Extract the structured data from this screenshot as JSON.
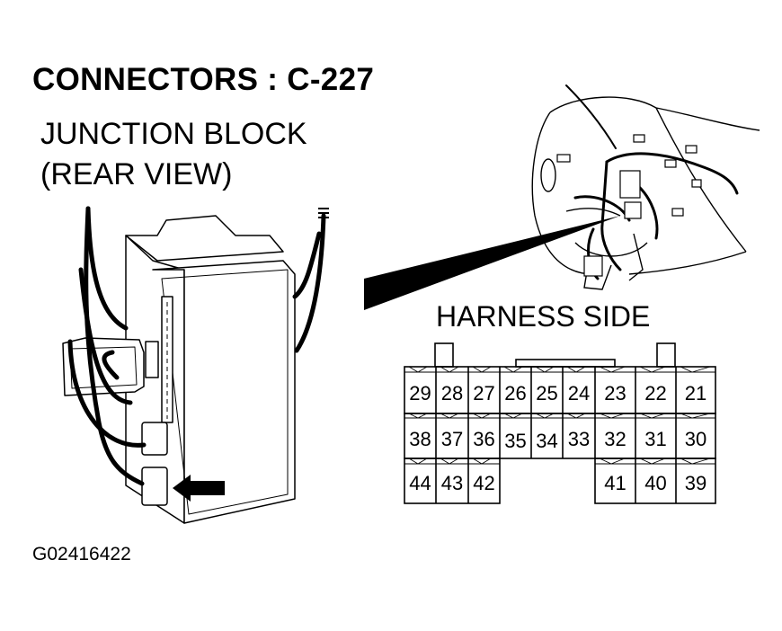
{
  "title": "CONNECTORS : C-227",
  "subtitle_line1": "JUNCTION BLOCK",
  "subtitle_line2": "(REAR VIEW)",
  "connector_label": "HARNESS SIDE",
  "figure_id": "G02416422",
  "connector": {
    "rows": [
      [
        "29",
        "28",
        "27",
        "26",
        "25",
        "24",
        "23",
        "22",
        "21"
      ],
      [
        "38",
        "37",
        "36",
        "35",
        "34",
        "33",
        "32",
        "31",
        "30"
      ],
      [
        "44",
        "43",
        "42",
        "",
        "",
        "",
        "41",
        "40",
        "39"
      ]
    ]
  }
}
